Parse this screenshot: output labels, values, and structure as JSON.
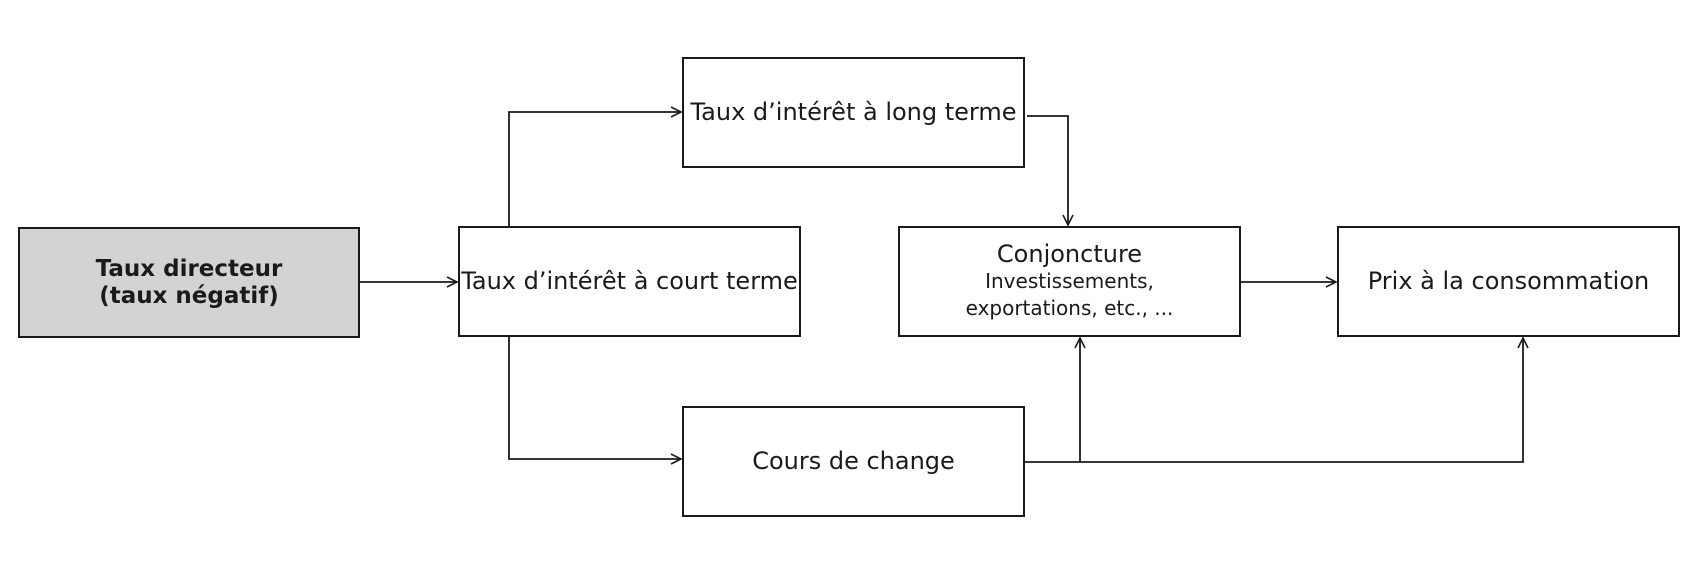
{
  "nodes": {
    "directeur": {
      "line1": "Taux directeur",
      "line2": "(taux négatif)"
    },
    "court_terme": {
      "label": "Taux d’intérêt à court terme"
    },
    "long_terme": {
      "label": "Taux d’intérêt à long terme"
    },
    "conjoncture": {
      "title": "Conjoncture",
      "line1": "Investissements,",
      "line2": "exportations, etc., ..."
    },
    "prix": {
      "label": "Prix à la consommation"
    },
    "change": {
      "label": "Cours de change"
    }
  },
  "colors": {
    "stroke": "#1a1a1a",
    "source_fill": "#d3d3d3",
    "box_fill": "#ffffff"
  }
}
